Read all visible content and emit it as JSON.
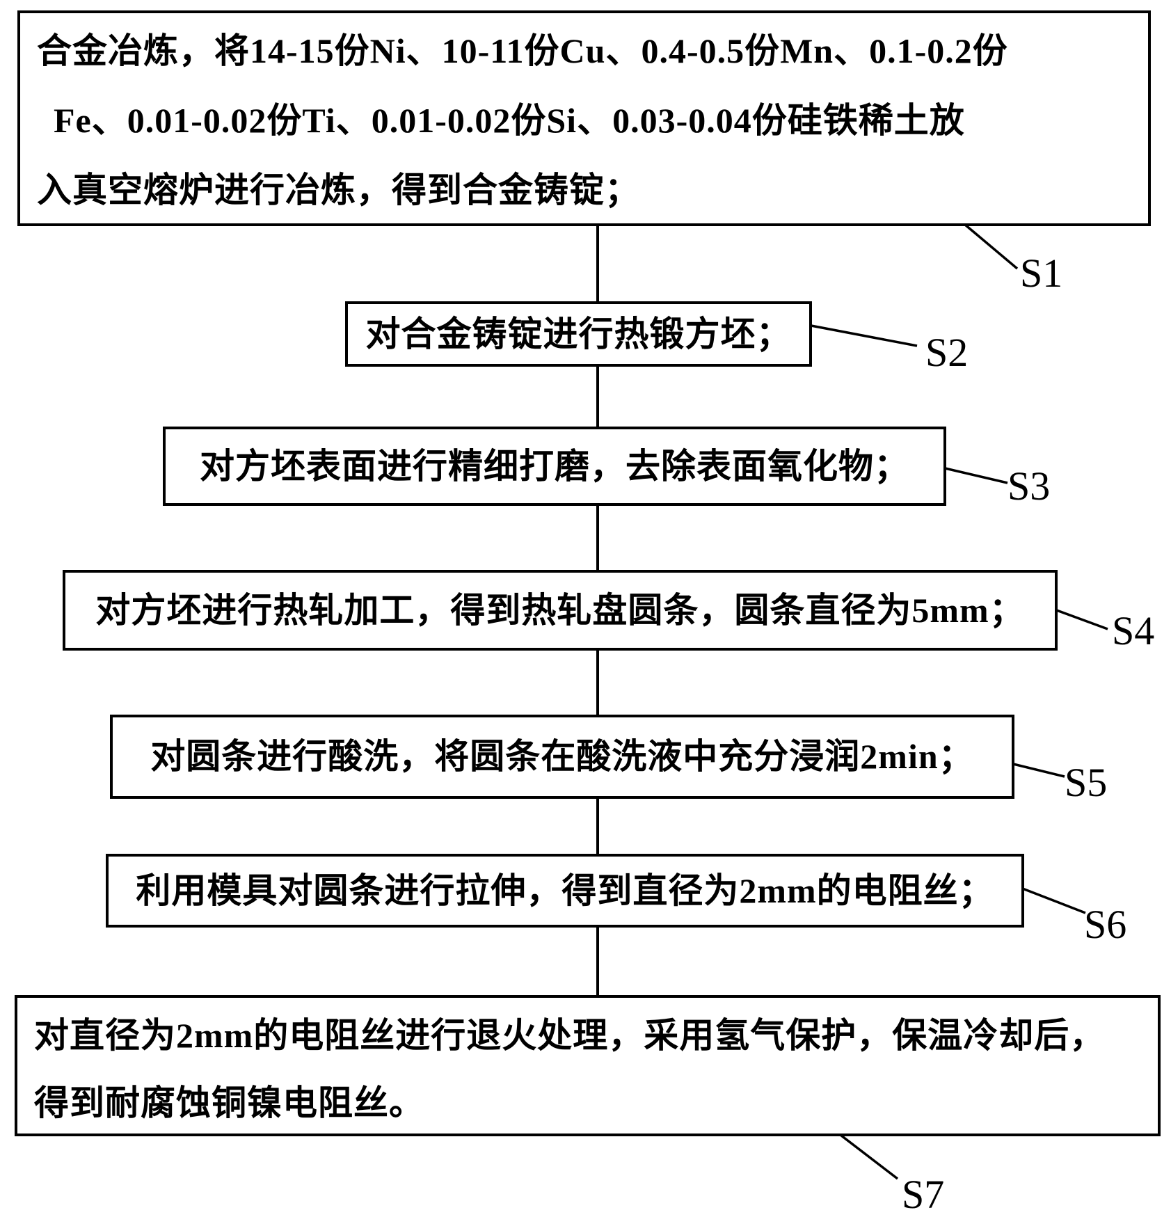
{
  "page": {
    "background_color": "#ffffff",
    "stroke_color": "#000000",
    "text_color": "#000000"
  },
  "flowchart": {
    "type": "vertical-process-flow",
    "step_count": 7,
    "steps": [
      {
        "label": "S1",
        "text": "合金冶炼，将14-15份Ni、10-11份Cu、0.4-0.5份Mn、0.1-0.2份Fe、0.01-0.02份Ti、0.01-0.02份Si、0.03-0.04份硅铁稀土放入真空熔炉进行冶炼，得到合金铸锭；",
        "lines": [
          "合金冶炼，将14-15份Ni、10-11份Cu、0.4-0.5份Mn、0.1-0.2份",
          "Fe、0.01-0.02份Ti、0.01-0.02份Si、0.03-0.04份硅铁稀土放",
          "入真空熔炉进行冶炼，得到合金铸锭；"
        ]
      },
      {
        "label": "S2",
        "text": "对合金铸锭进行热锻方坯；",
        "lines": [
          "对合金铸锭进行热锻方坯；"
        ]
      },
      {
        "label": "S3",
        "text": "对方坯表面进行精细打磨，去除表面氧化物；",
        "lines": [
          "对方坯表面进行精细打磨，去除表面氧化物；"
        ]
      },
      {
        "label": "S4",
        "text": "对方坯进行热轧加工，得到热轧盘圆条，圆条直径为5mm；",
        "lines": [
          "对方坯进行热轧加工，得到热轧盘圆条，圆条直径为5mm；"
        ]
      },
      {
        "label": "S5",
        "text": "对圆条进行酸洗，将圆条在酸洗液中充分浸润2min；",
        "lines": [
          "对圆条进行酸洗，将圆条在酸洗液中充分浸润2min；"
        ]
      },
      {
        "label": "S6",
        "text": "利用模具对圆条进行拉伸，得到直径为2mm的电阻丝；",
        "lines": [
          "利用模具对圆条进行拉伸，得到直径为2mm的电阻丝；"
        ]
      },
      {
        "label": "S7",
        "text": "对直径为2mm的电阻丝进行退火处理，采用氢气保护，保温冷却后，得到耐腐蚀铜镍电阻丝。",
        "lines": [
          "对直径为2mm的电阻丝进行退火处理，采用氢气保护，保温冷却后，",
          "得到耐腐蚀铜镍电阻丝。"
        ]
      }
    ]
  }
}
